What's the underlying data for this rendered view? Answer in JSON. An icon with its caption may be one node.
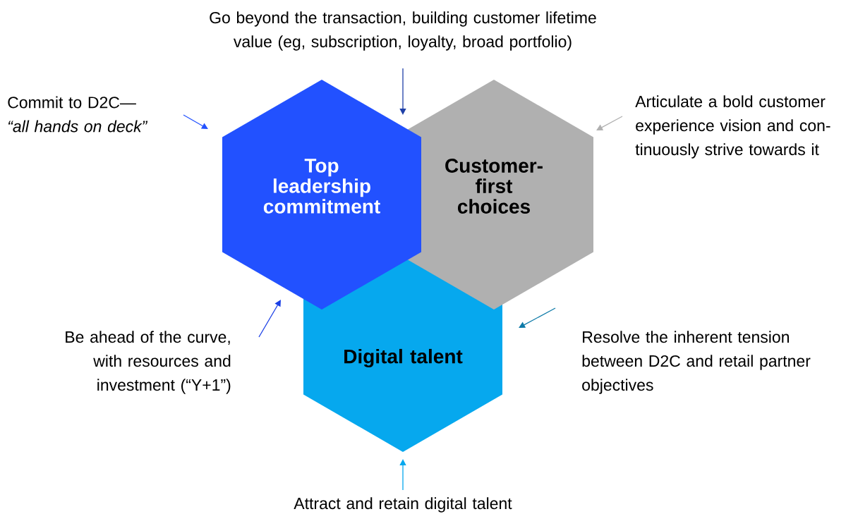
{
  "diagram": {
    "nodes": [
      {
        "text": [
          "Top leadership commitment"
        ]
      },
      {
        "text": [
          "Customer-first choices"
        ]
      },
      {
        "text": [
          "Digital talent"
        ]
      },
      {
        "text": [
          "Go beyond the transaction, building customer lifetime value (eg, subscription, loyalty, broad portfolio)"
        ]
      },
      {
        "text": [
          "Commit to D2C— *“all hands on deck”*"
        ]
      },
      {
        "text": [
          "Articulate a bold customer experience vision and con-tinuously strive towards it"
        ]
      },
      {
        "text": [
          "Be ahead of the curve, with resources and investment (“Y+1”)"
        ]
      },
      {
        "text": [
          "Resolve the inherent tension between D2C and retail partner objectives"
        ]
      },
      {
        "text": [
          "Attract and retain digital talent"
        ]
      }
    ],
    "edges": [
      {
        "from": 4,
        "to": 0,
        "arrow": "to",
        "color": "#2251ff"
      },
      {
        "from": 3,
        "to": 0,
        "arrow": "to",
        "color": "#1f40a8"
      },
      {
        "from": 5,
        "to": 1,
        "arrow": "to",
        "color": "#b0b0b0"
      },
      {
        "from": 6,
        "to": 0,
        "arrow": "to",
        "color": "#1a3fe6"
      },
      {
        "from": 7,
        "to": 2,
        "arrow": "to",
        "color": "#0e7aa8"
      },
      {
        "from": 8,
        "to": 2,
        "arrow": "to",
        "color": "#06a8ee"
      }
    ]
  }
}
